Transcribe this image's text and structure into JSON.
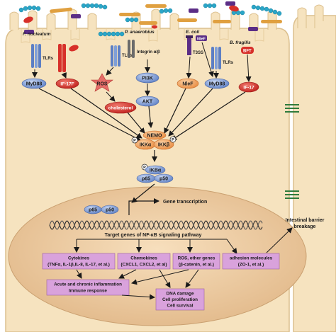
{
  "colors": {
    "cell": "#f6e3bf",
    "cell_edge": "#dcc08e",
    "nucleus": "#e8c69a",
    "ellipse_blue": "#6f8fd0",
    "tlr_blue": "#7f9fd8",
    "red": "#d7302a",
    "orange": "#f2a05a",
    "purple": "#d9a2dc",
    "dark_purple": "#5b2d86",
    "teal": "#2aa6c8",
    "orange_rod": "#e0a040",
    "junction": "#2f7b3c"
  },
  "bacteria": {
    "fusobacterium": "F. nucleatum",
    "anaerobius": "P. anaerobius",
    "ecoli": "E. coli",
    "fragilis": "B. fragilis"
  },
  "receptors": {
    "tlrs_1": "TLRs",
    "tlrs_2": "TLRs",
    "tlrs_3": "TLRs",
    "integrin": "Integrin α/β",
    "t3ss": "T3SS",
    "nlef_membrane": "NleF",
    "bft": "BFT"
  },
  "signals": {
    "myd88_1": "MyD88",
    "if17f": "IF-17F",
    "ros": "ROS",
    "cholesterol": "cholesterol",
    "pi3k": "PI3K",
    "akt": "AKT",
    "nlef": "NleF",
    "myd88_2": "MyD88",
    "if17": "IF-17"
  },
  "complex": {
    "nemo": "NEMO",
    "ikka": "IKKα",
    "ikkb": "IKKβ",
    "phos": "P",
    "ikba": "IKBα",
    "p65": "p65",
    "p50": "p50"
  },
  "nucleus": {
    "p65": "p65",
    "p50": "p50",
    "gene_transcription": "Gene transcription",
    "target_genes": "Target genes of NF-κB signaling pathway"
  },
  "outcomes": {
    "cytokines_title": "Cytokines",
    "cytokines_detail": "(TNFα, IL-1β,IL-8, IL-17, et al.)",
    "chemokines_title": "Chemokines",
    "chemokines_detail": "(CXCL1, CXCL2, et al)",
    "ros_title": "ROS, other genes",
    "ros_detail": "(β-catenin, et al.)",
    "adhesion_title": "adhesion molecules",
    "adhesion_detail": "(ZO-1, et al.)",
    "inflammation_1": "Acute and chronic inflammation",
    "inflammation_2": "Immune response",
    "dna_1": "DNA damage",
    "dna_2": "Cell proliferation",
    "dna_3": "Cell survival",
    "barrier_1": "Intestinal barrier",
    "barrier_2": "breakage"
  }
}
